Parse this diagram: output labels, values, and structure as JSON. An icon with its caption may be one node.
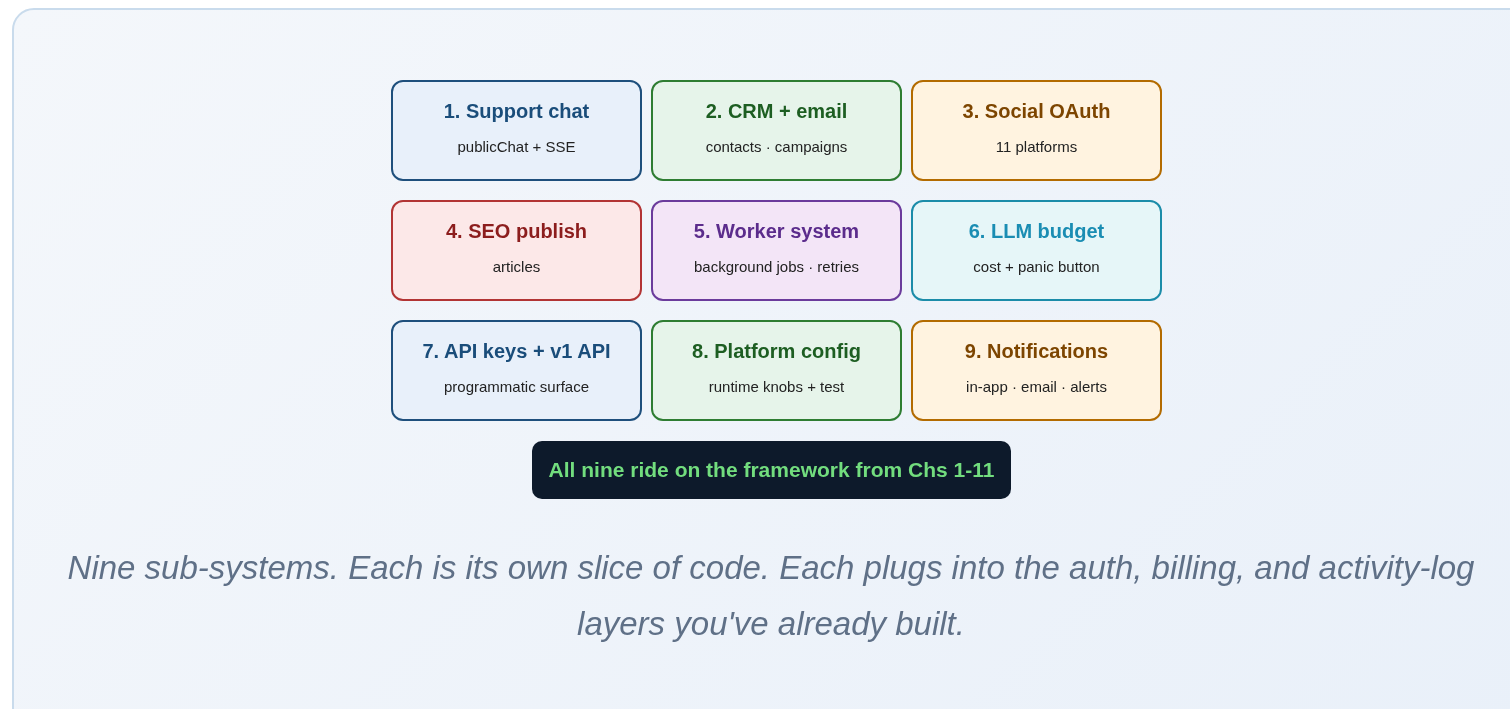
{
  "diagram": {
    "caption": "Nine sub-systems. Each is its own slice of code. Each plugs into the auth, billing, and activity-log layers you've already built.",
    "nodes": [
      {
        "text": [
          "1. Support chat",
          "publicChat + SSE"
        ]
      },
      {
        "text": [
          "2. CRM + email",
          "contacts · campaigns"
        ]
      },
      {
        "text": [
          "3. Social OAuth",
          "11 platforms"
        ]
      },
      {
        "text": [
          "4. SEO publish",
          "articles"
        ]
      },
      {
        "text": [
          "5. Worker system",
          "background jobs · retries"
        ]
      },
      {
        "text": [
          "6. LLM budget",
          "cost + panic button"
        ]
      },
      {
        "text": [
          "7. API keys + v1 API",
          "programmatic surface"
        ]
      },
      {
        "text": [
          "8. Platform config",
          "runtime knobs + test"
        ]
      },
      {
        "text": [
          "9. Notifications",
          "in-app · email · alerts"
        ]
      },
      {
        "text": [
          "All nine ride on the framework from Chs 1-11"
        ]
      }
    ],
    "edges": []
  }
}
